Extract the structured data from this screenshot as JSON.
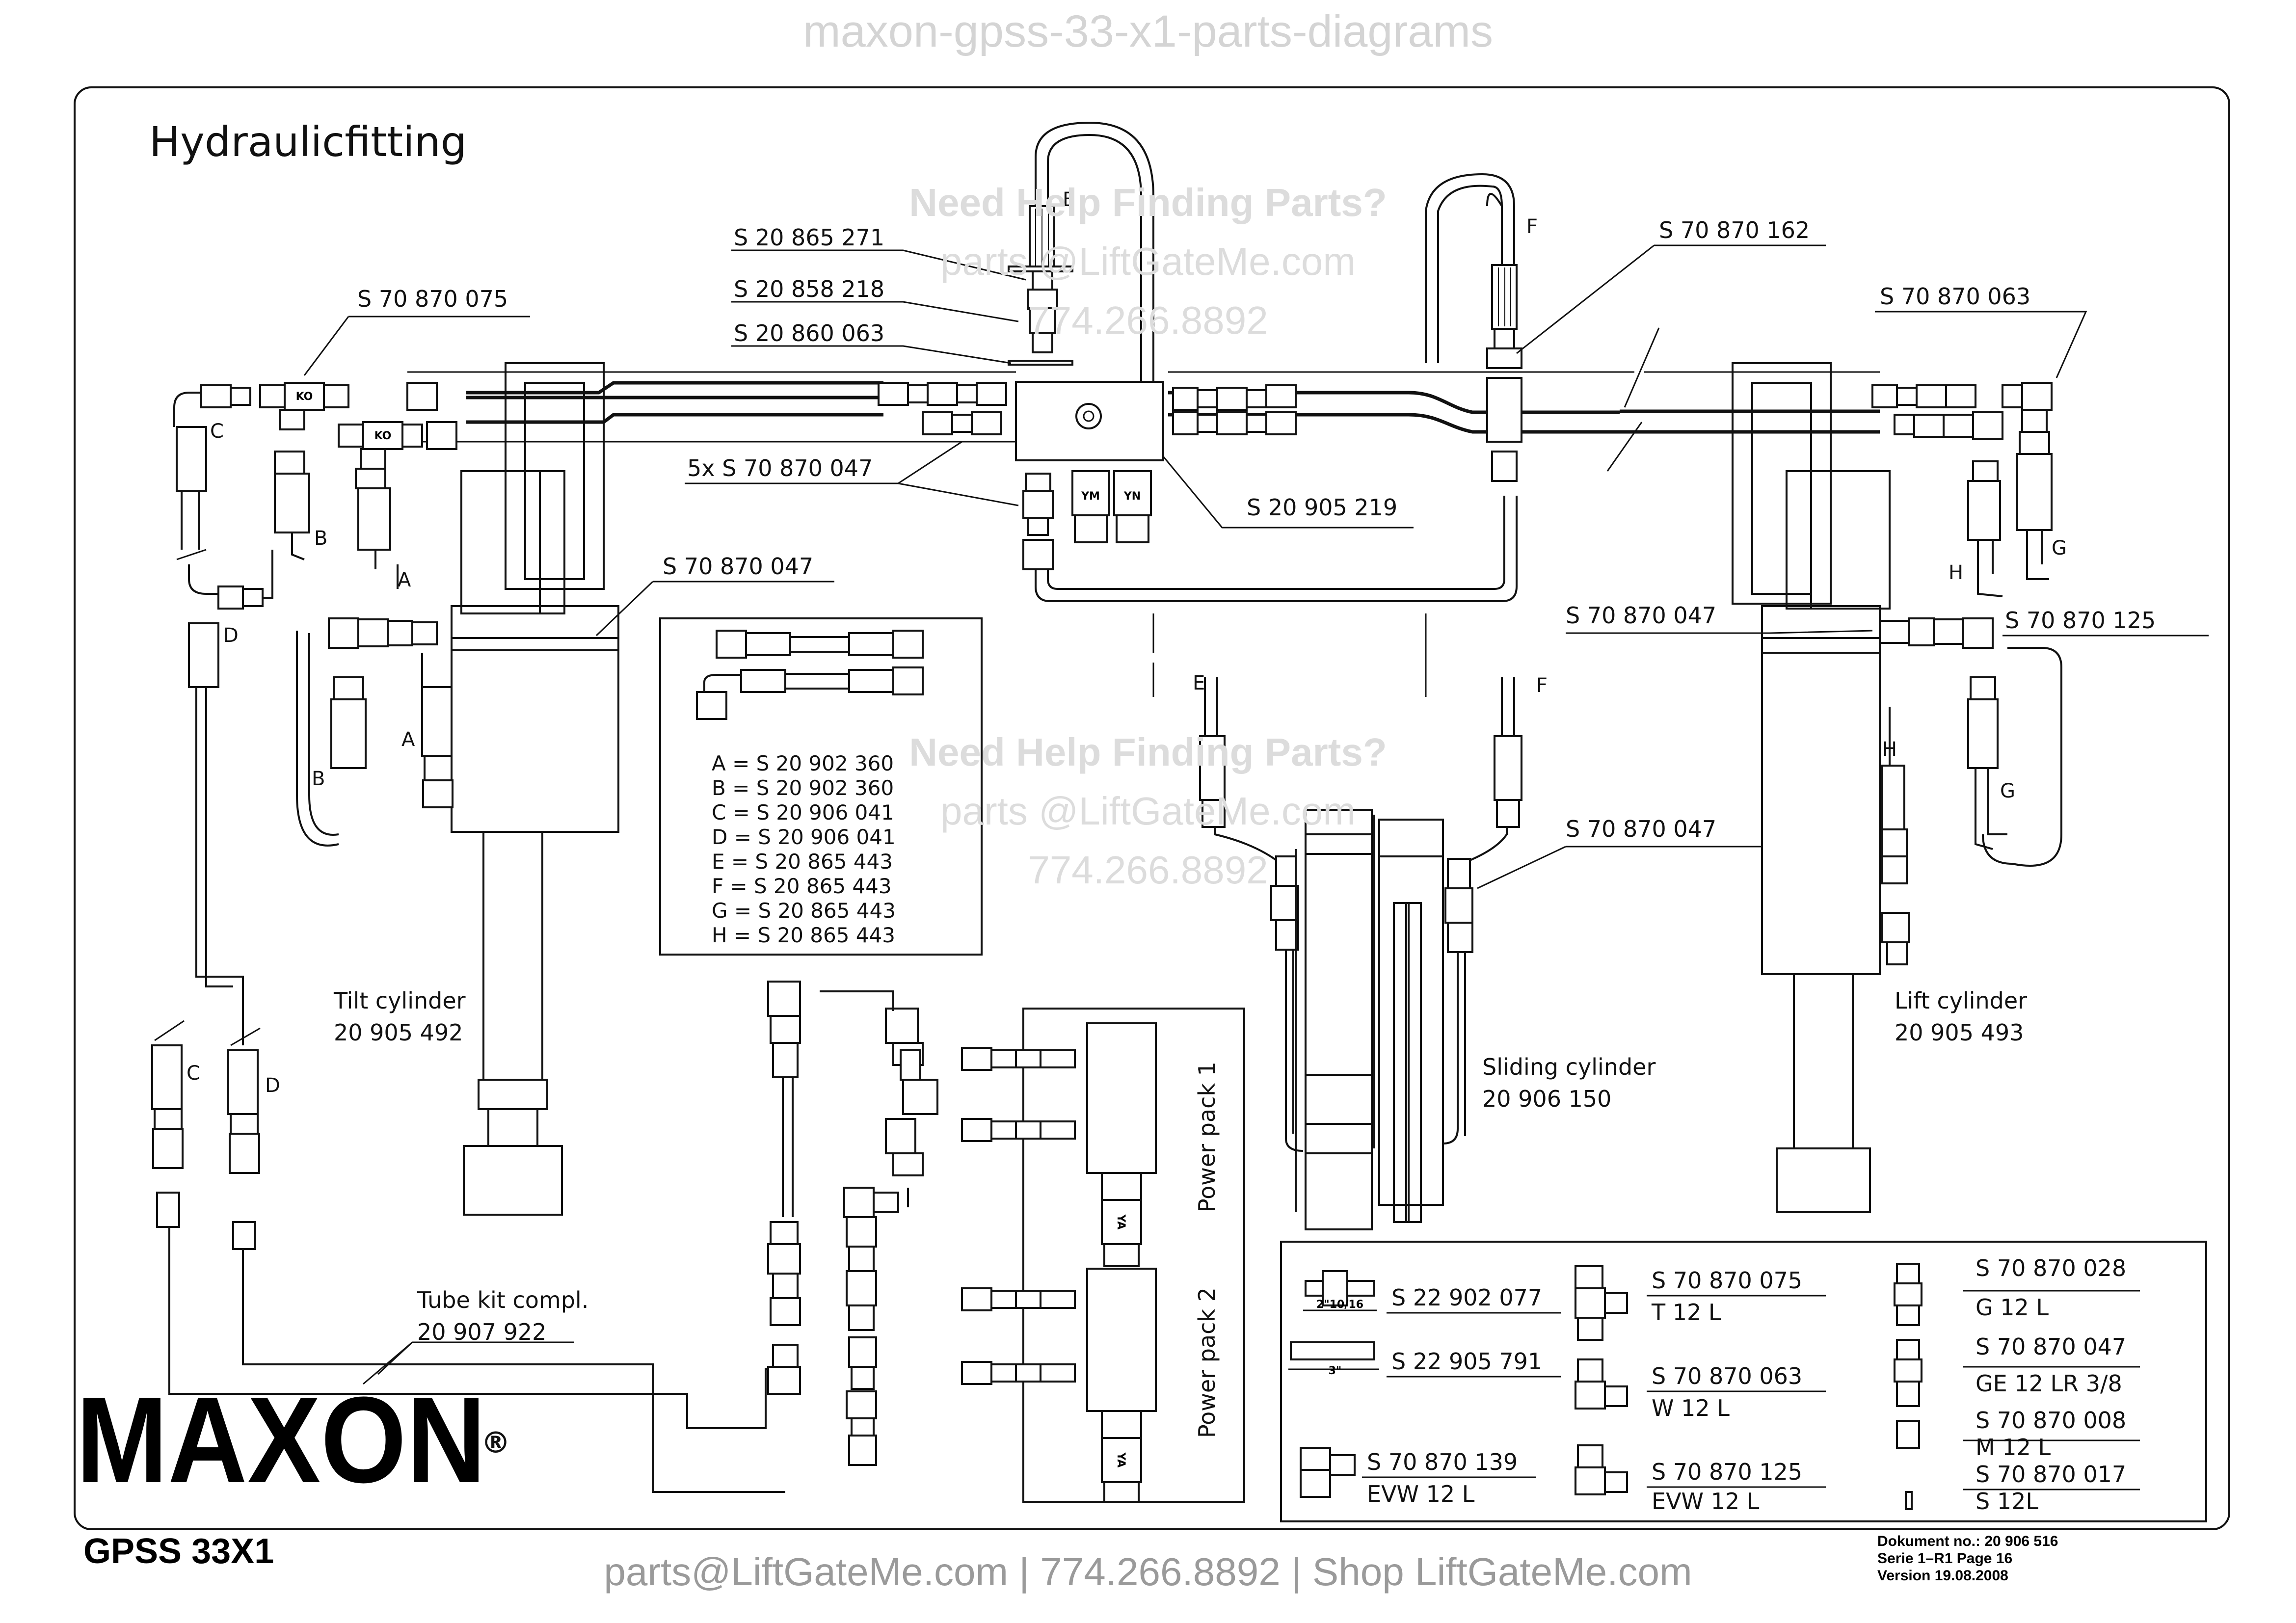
{
  "watermark": {
    "top": "maxon-gpss-33-x1-parts-diagrams",
    "help_1": "Need Help Finding Parts?",
    "email_1": "parts @LiftGateMe.com",
    "phone_1": "774.266.8892",
    "help_2": "Need Help Finding Parts?",
    "email_2": "parts @LiftGateMe.com",
    "phone_2": "774.266.8892"
  },
  "diagram": {
    "title": "Hydraulicfitting",
    "callouts": {
      "p_271": "S 20 865 271",
      "p_218": "S 20 858 218",
      "p_063a": "S 20 860 063",
      "p_075": "S 70 870 075",
      "p_5x047": "5x S 70 870 047",
      "p_219": "S 20 905 219",
      "p_047_left": "S 70 870 047",
      "p_162": "S 70 870 162",
      "p_063_right": "S 70 870 063",
      "p_047_right": "S 70 870 047",
      "p_125_right": "S 70 870 125",
      "p_047_slide": "S 70 870 047"
    },
    "valves": {
      "ym": "YM",
      "yn": "YN",
      "ya1": "YA",
      "ya2": "YA"
    },
    "hose_letters": {
      "e_top": "E",
      "f_top": "F",
      "c": "C",
      "b1": "B",
      "a1": "A",
      "d": "D",
      "a2": "A",
      "b2": "B",
      "g1": "G",
      "h1": "H",
      "g2": "G",
      "h2": "H",
      "e_mid": "E",
      "f_mid": "F",
      "c_low": "C",
      "d_low": "D"
    },
    "hose_legend": [
      "A = S  20  902  360",
      "B = S  20  902  360",
      "C = S  20  906  041",
      "D = S  20  906  041",
      "E = S  20  865  443",
      "F = S  20  865  443",
      "G = S  20  865  443",
      "H = S  20  865  443"
    ],
    "components": {
      "tilt_name": "Tilt  cylinder",
      "tilt_no": "20  905  492",
      "lift_name": "Lift  cylinder",
      "lift_no": "20  905  493",
      "slide_name": "Sliding  cylinder",
      "slide_no": "20  906  150",
      "tube_name": "Tube  kit  compl.",
      "tube_no": "20  907  922",
      "pp1": "Power  pack  1",
      "pp2": "Power  pack  2"
    },
    "parts_legend": [
      {
        "part": "S  22  902  077",
        "desc": "",
        "dim": "2\"10/16"
      },
      {
        "part": "S  22  905  791",
        "desc": "",
        "dim": "3\""
      },
      {
        "part": "S  70  870  139",
        "desc": "EVW  12  L",
        "dim": ""
      },
      {
        "part": "S  70  870  075",
        "desc": "T  12  L",
        "dim": ""
      },
      {
        "part": "S  70  870  063",
        "desc": "W  12  L",
        "dim": ""
      },
      {
        "part": "S  70  870  125",
        "desc": "EVW  12  L",
        "dim": ""
      },
      {
        "part": "S  70  870  028",
        "desc": "G  12  L",
        "dim": ""
      },
      {
        "part": "S  70  870  047",
        "desc": "GE  12  LR  3/8",
        "dim": ""
      },
      {
        "part": "S  70  870  008",
        "desc": "M  12  L",
        "dim": ""
      },
      {
        "part": "S  70  870  017",
        "desc": "S  12L",
        "dim": ""
      }
    ]
  },
  "brand": {
    "logo": "MAXON",
    "reg": "®",
    "model": "GPSS 33X1"
  },
  "doc_info": {
    "line1": "Dokument  no.: 20  906  516",
    "line2": "Serie  1–R1  Page  16",
    "line3": "Version  19.08.2008"
  },
  "footer": "parts@LiftGateMe.com | 774.266.8892 | Shop LiftGateMe.com"
}
